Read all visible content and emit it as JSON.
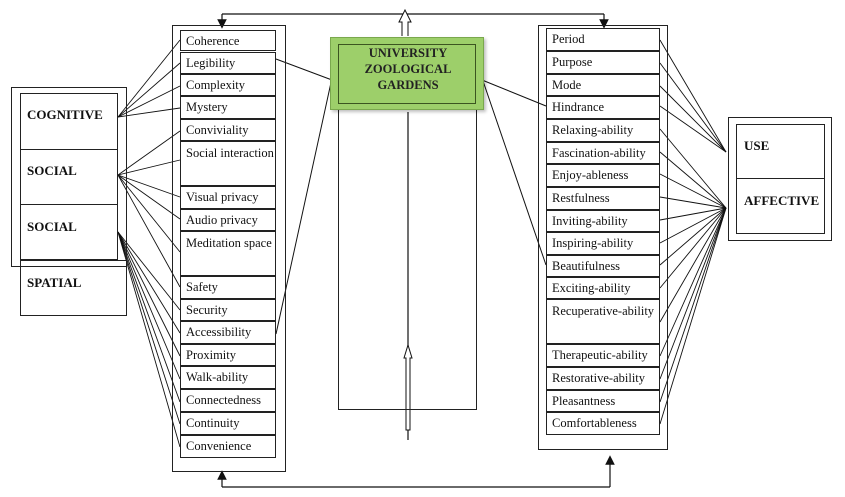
{
  "center": {
    "title_lines": [
      "UNIVERSITY",
      "ZOOLOGICAL",
      "GARDENS"
    ],
    "fill": "#9dcf6a"
  },
  "left_labels": [
    "COGNITIVE",
    "SOCIAL",
    "SOCIAL",
    "SPATIAL"
  ],
  "right_labels": [
    "USE",
    "AFFECTIVE"
  ],
  "left_items": [
    "Coherence",
    "Legibility",
    "Complexity",
    "Mystery",
    "Conviviality",
    "Social interaction",
    "Visual privacy",
    "Audio privacy",
    "Meditation space",
    "Safety",
    "Security",
    "Accessibility",
    "Proximity",
    "Walk-ability",
    "Connectedness",
    "Continuity",
    "Convenience"
  ],
  "right_items": [
    "Period",
    "Purpose",
    "Mode",
    "Hindrance",
    "Relaxing-ability",
    "Fascination-ability",
    "Enjoy-ableness",
    "Restfulness",
    "Inviting-ability",
    "Inspiring-ability",
    "Beautifulness",
    "Exciting-ability",
    "Recuperative-ability",
    "Therapeutic-ability",
    "Restorative-ability",
    "Pleasantness",
    "Comfortableness"
  ]
}
